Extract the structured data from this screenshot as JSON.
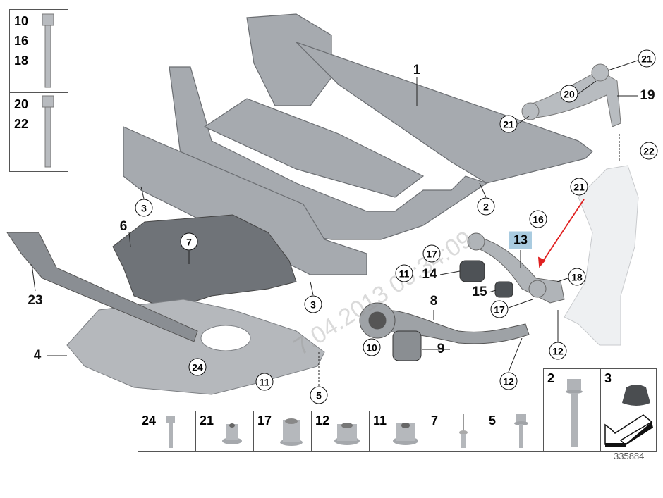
{
  "diagram_number": "335884",
  "watermark": "7.04.2013 09:34:09",
  "highlighted_part": "13",
  "colors": {
    "highlight": "#a9cbe0",
    "arrow": "#e02020",
    "metal": "#9a9ea3"
  },
  "left_box": {
    "top_labels": [
      "10",
      "16",
      "18"
    ],
    "bottom_labels": [
      "20",
      "22"
    ]
  },
  "callouts_bold": [
    "1",
    "19",
    "14",
    "15",
    "8",
    "9",
    "6",
    "23",
    "4"
  ],
  "callouts_circled": [
    "21",
    "20",
    "21",
    "22",
    "21",
    "2",
    "16",
    "17",
    "18",
    "17",
    "11",
    "10",
    "12",
    "12",
    "3",
    "3",
    "7",
    "24",
    "11",
    "5"
  ],
  "bottom_strip": [
    "24",
    "21",
    "17",
    "12",
    "11",
    "7",
    "5"
  ],
  "right_box": {
    "tall": "2",
    "top_right": "3"
  }
}
